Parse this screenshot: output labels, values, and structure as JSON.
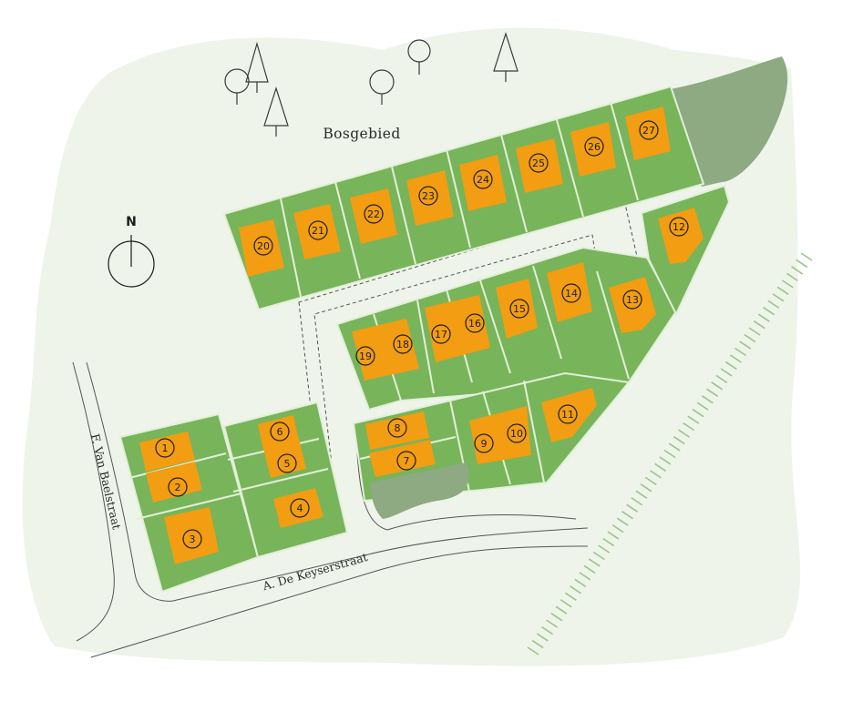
{
  "labels": {
    "forest": "Bosgebied",
    "street_left": "F. Van Baelstraat",
    "street_bottom": "A. De Keyserstraat",
    "north": "N"
  },
  "colors": {
    "background_blob": "#eef4ea",
    "lot_green": "#78b45a",
    "lot_line": "#d9ead0",
    "house_orange": "#f29d12",
    "forest_green": "#8daa83",
    "road_line": "#555555",
    "railway": "#9bc48a"
  },
  "lots": [
    "1",
    "2",
    "3",
    "4",
    "5",
    "6",
    "7",
    "8",
    "9",
    "10",
    "11",
    "12",
    "13",
    "14",
    "15",
    "16",
    "17",
    "18",
    "19",
    "20",
    "21",
    "22",
    "23",
    "24",
    "25",
    "26",
    "27"
  ],
  "icons": [
    "tree-conifer-icon",
    "tree-round-icon",
    "north-arrow-icon"
  ]
}
